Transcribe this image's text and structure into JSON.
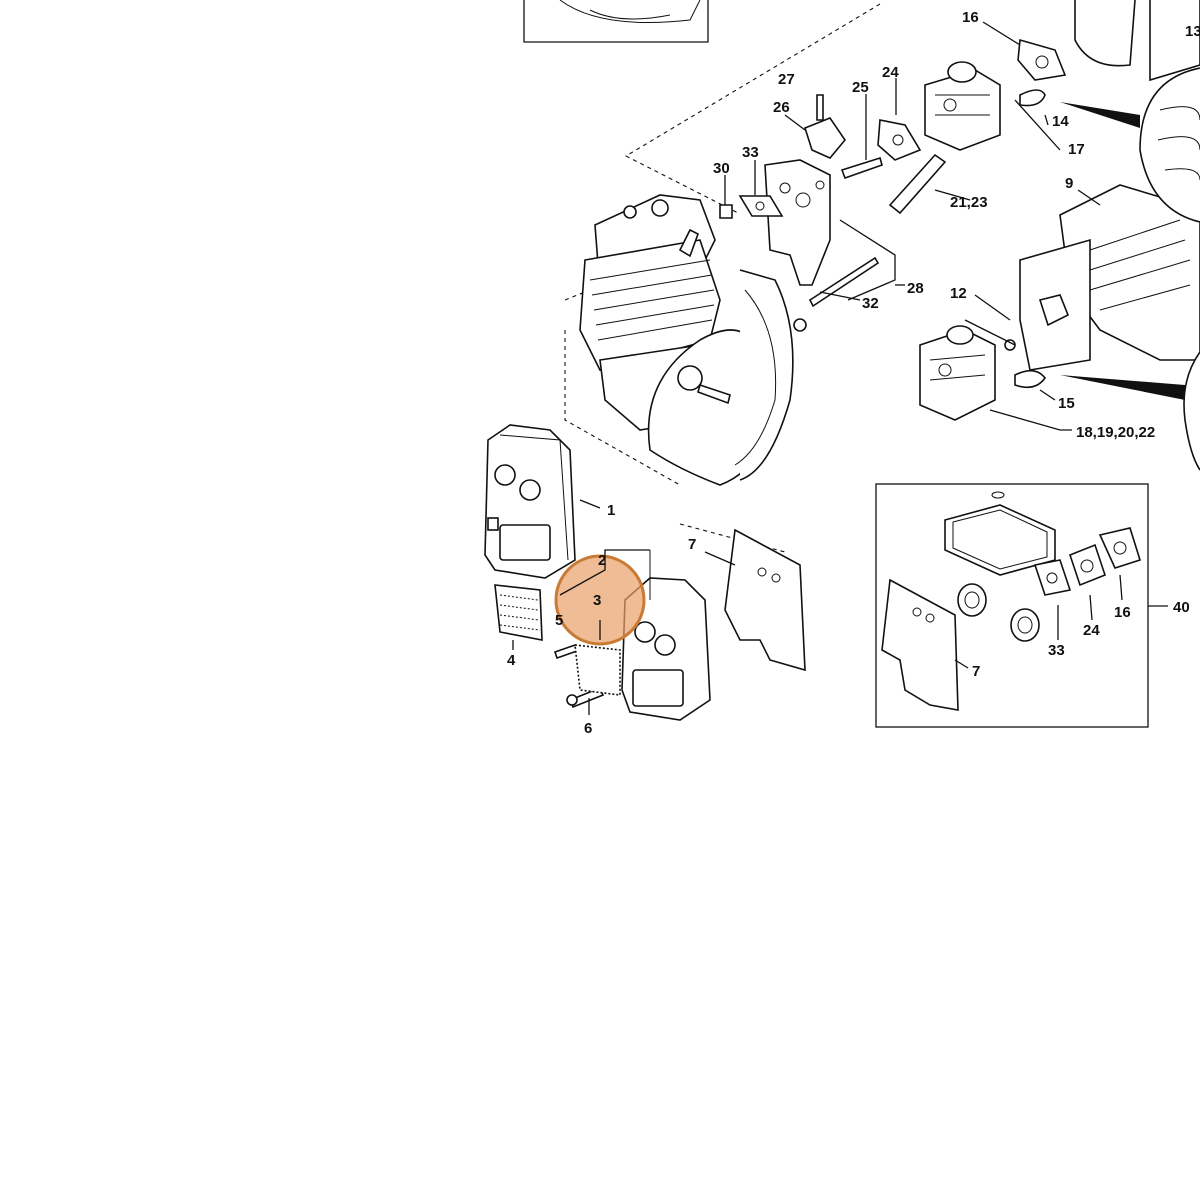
{
  "highlight_color": "#E8A06A",
  "highlight_stroke": "#C97A35",
  "selected_callout": "3",
  "callouts": {
    "c1": "1",
    "c2": "2",
    "c3": "3",
    "c4": "4",
    "c5": "5",
    "c6": "6",
    "c7a": "7",
    "c7b": "7",
    "c9": "9",
    "c12": "12",
    "c13": "13",
    "c14": "14",
    "c15": "15",
    "c16a": "16",
    "c16b": "16",
    "c17": "17",
    "c18": "18,19,20,22",
    "c21": "21,23",
    "c24a": "24",
    "c24b": "24",
    "c25": "25",
    "c26": "26",
    "c27": "27",
    "c28": "28",
    "c30": "30",
    "c32": "32",
    "c33a": "33",
    "c33b": "33",
    "c40": "40"
  }
}
